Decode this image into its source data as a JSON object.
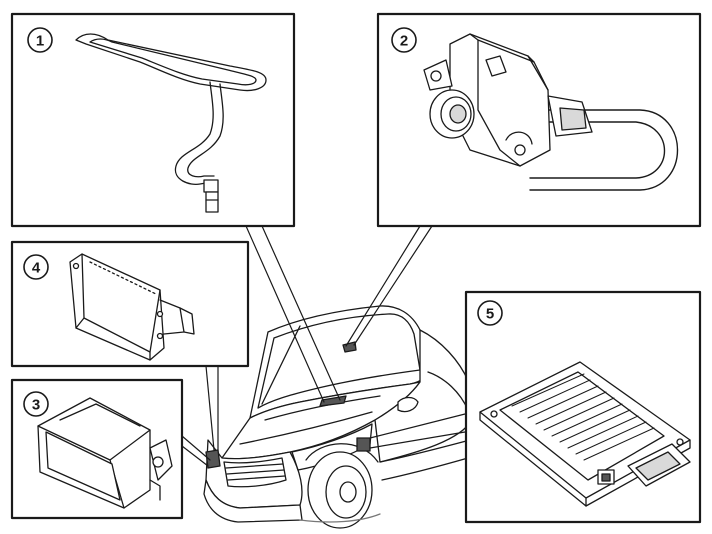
{
  "diagram": {
    "callouts": [
      {
        "id": "1",
        "label": "1"
      },
      {
        "id": "2",
        "label": "2"
      },
      {
        "id": "3",
        "label": "3"
      },
      {
        "id": "4",
        "label": "4"
      },
      {
        "id": "5",
        "label": "5"
      }
    ]
  },
  "colors": {
    "line": "#1a1a1a",
    "fill": "#ffffff",
    "shade": "#d9d9d9",
    "dark": "#555555"
  }
}
